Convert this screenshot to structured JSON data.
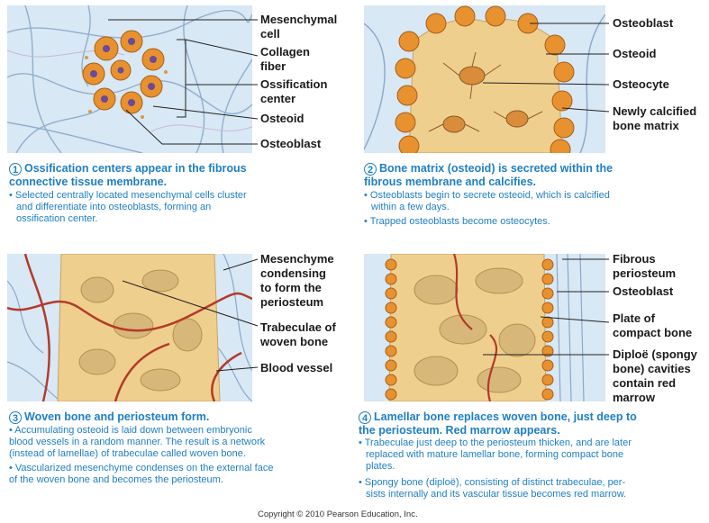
{
  "panels": [
    {
      "number": "1",
      "labels": [
        "Mesenchymal cell",
        "Collagen fiber",
        "Ossification center",
        "Osteoid",
        "Osteoblast"
      ],
      "title_lines": [
        "Ossification centers appear in the fibrous",
        "connective tissue membrane."
      ],
      "bullets": [
        [
          "• Selected centrally located mesenchymal cells cluster",
          "  and differentiate into osteoblasts, forming an",
          "  ossification center."
        ]
      ]
    },
    {
      "number": "2",
      "labels": [
        "Osteoblast",
        "Osteoid",
        "Osteocyte",
        "Newly calcified bone matrix"
      ],
      "title_lines": [
        "Bone matrix (osteoid) is secreted within the",
        "fibrous membrane and calcifies."
      ],
      "bullets": [
        [
          "• Osteoblasts begin to secrete osteoid, which is calcified",
          "  within a few days."
        ],
        [
          "• Trapped osteoblasts become osteocytes."
        ]
      ]
    },
    {
      "number": "3",
      "labels": [
        "Mesenchyme condensing to form the periosteum",
        "Trabeculae of woven bone",
        "Blood vessel"
      ],
      "title_lines": [
        "Woven bone and periosteum form."
      ],
      "bullets": [
        [
          "• Accumulating osteoid is laid down between embryonic",
          "blood vessels in a random manner. The result is a network",
          "(instead of lamellae) of trabeculae called woven bone."
        ],
        [
          "• Vascularized mesenchyme condenses on the external face",
          "of the woven bone and becomes the periosteum."
        ]
      ]
    },
    {
      "number": "4",
      "labels": [
        "Fibrous periosteum",
        "Osteoblast",
        "Plate of compact bone",
        "Diploë (spongy bone) cavities contain red marrow"
      ],
      "title_lines": [
        "Lamellar bone replaces woven bone, just deep to",
        "the periosteum. Red marrow appears."
      ],
      "bullets": [
        [
          "• Trabeculae just deep to the periosteum thicken, and are later",
          "  replaced with mature lamellar bone, forming compact bone",
          "  plates."
        ],
        [
          "• Spongy bone (diploë), consisting of distinct trabeculae, per-",
          "  sists internally and its vascular tissue becomes red marrow."
        ]
      ]
    }
  ],
  "label_lines": {
    "p1": [
      [
        "Mesenchymal",
        "cell"
      ],
      [
        "Collagen",
        "fiber"
      ],
      [
        "Ossification",
        "center"
      ],
      [
        "Osteoid"
      ],
      [
        "Osteoblast"
      ]
    ],
    "p2": [
      [
        "Osteoblast"
      ],
      [
        "Osteoid"
      ],
      [
        "Osteocyte"
      ],
      [
        "Newly calcified",
        "bone matrix"
      ]
    ],
    "p3": [
      [
        "Mesenchyme",
        "condensing",
        "to form the",
        "periosteum"
      ],
      [
        "Trabeculae of",
        "woven bone"
      ],
      [
        "Blood vessel"
      ]
    ],
    "p4": [
      [
        "Fibrous",
        "periosteum"
      ],
      [
        "Osteoblast"
      ],
      [
        "Plate of",
        "compact bone"
      ],
      [
        "Diploë (spongy",
        "bone) cavities",
        "contain red",
        "marrow"
      ]
    ]
  },
  "copyright": "Copyright © 2010 Pearson Education, Inc.",
  "colors": {
    "tissue": "#d8e8f4",
    "fiber": "#8aa8cc",
    "cell": "#e8912f",
    "bone": "#efcf8e",
    "vessel": "#b33a2a",
    "caption": "#1f7fc4"
  }
}
